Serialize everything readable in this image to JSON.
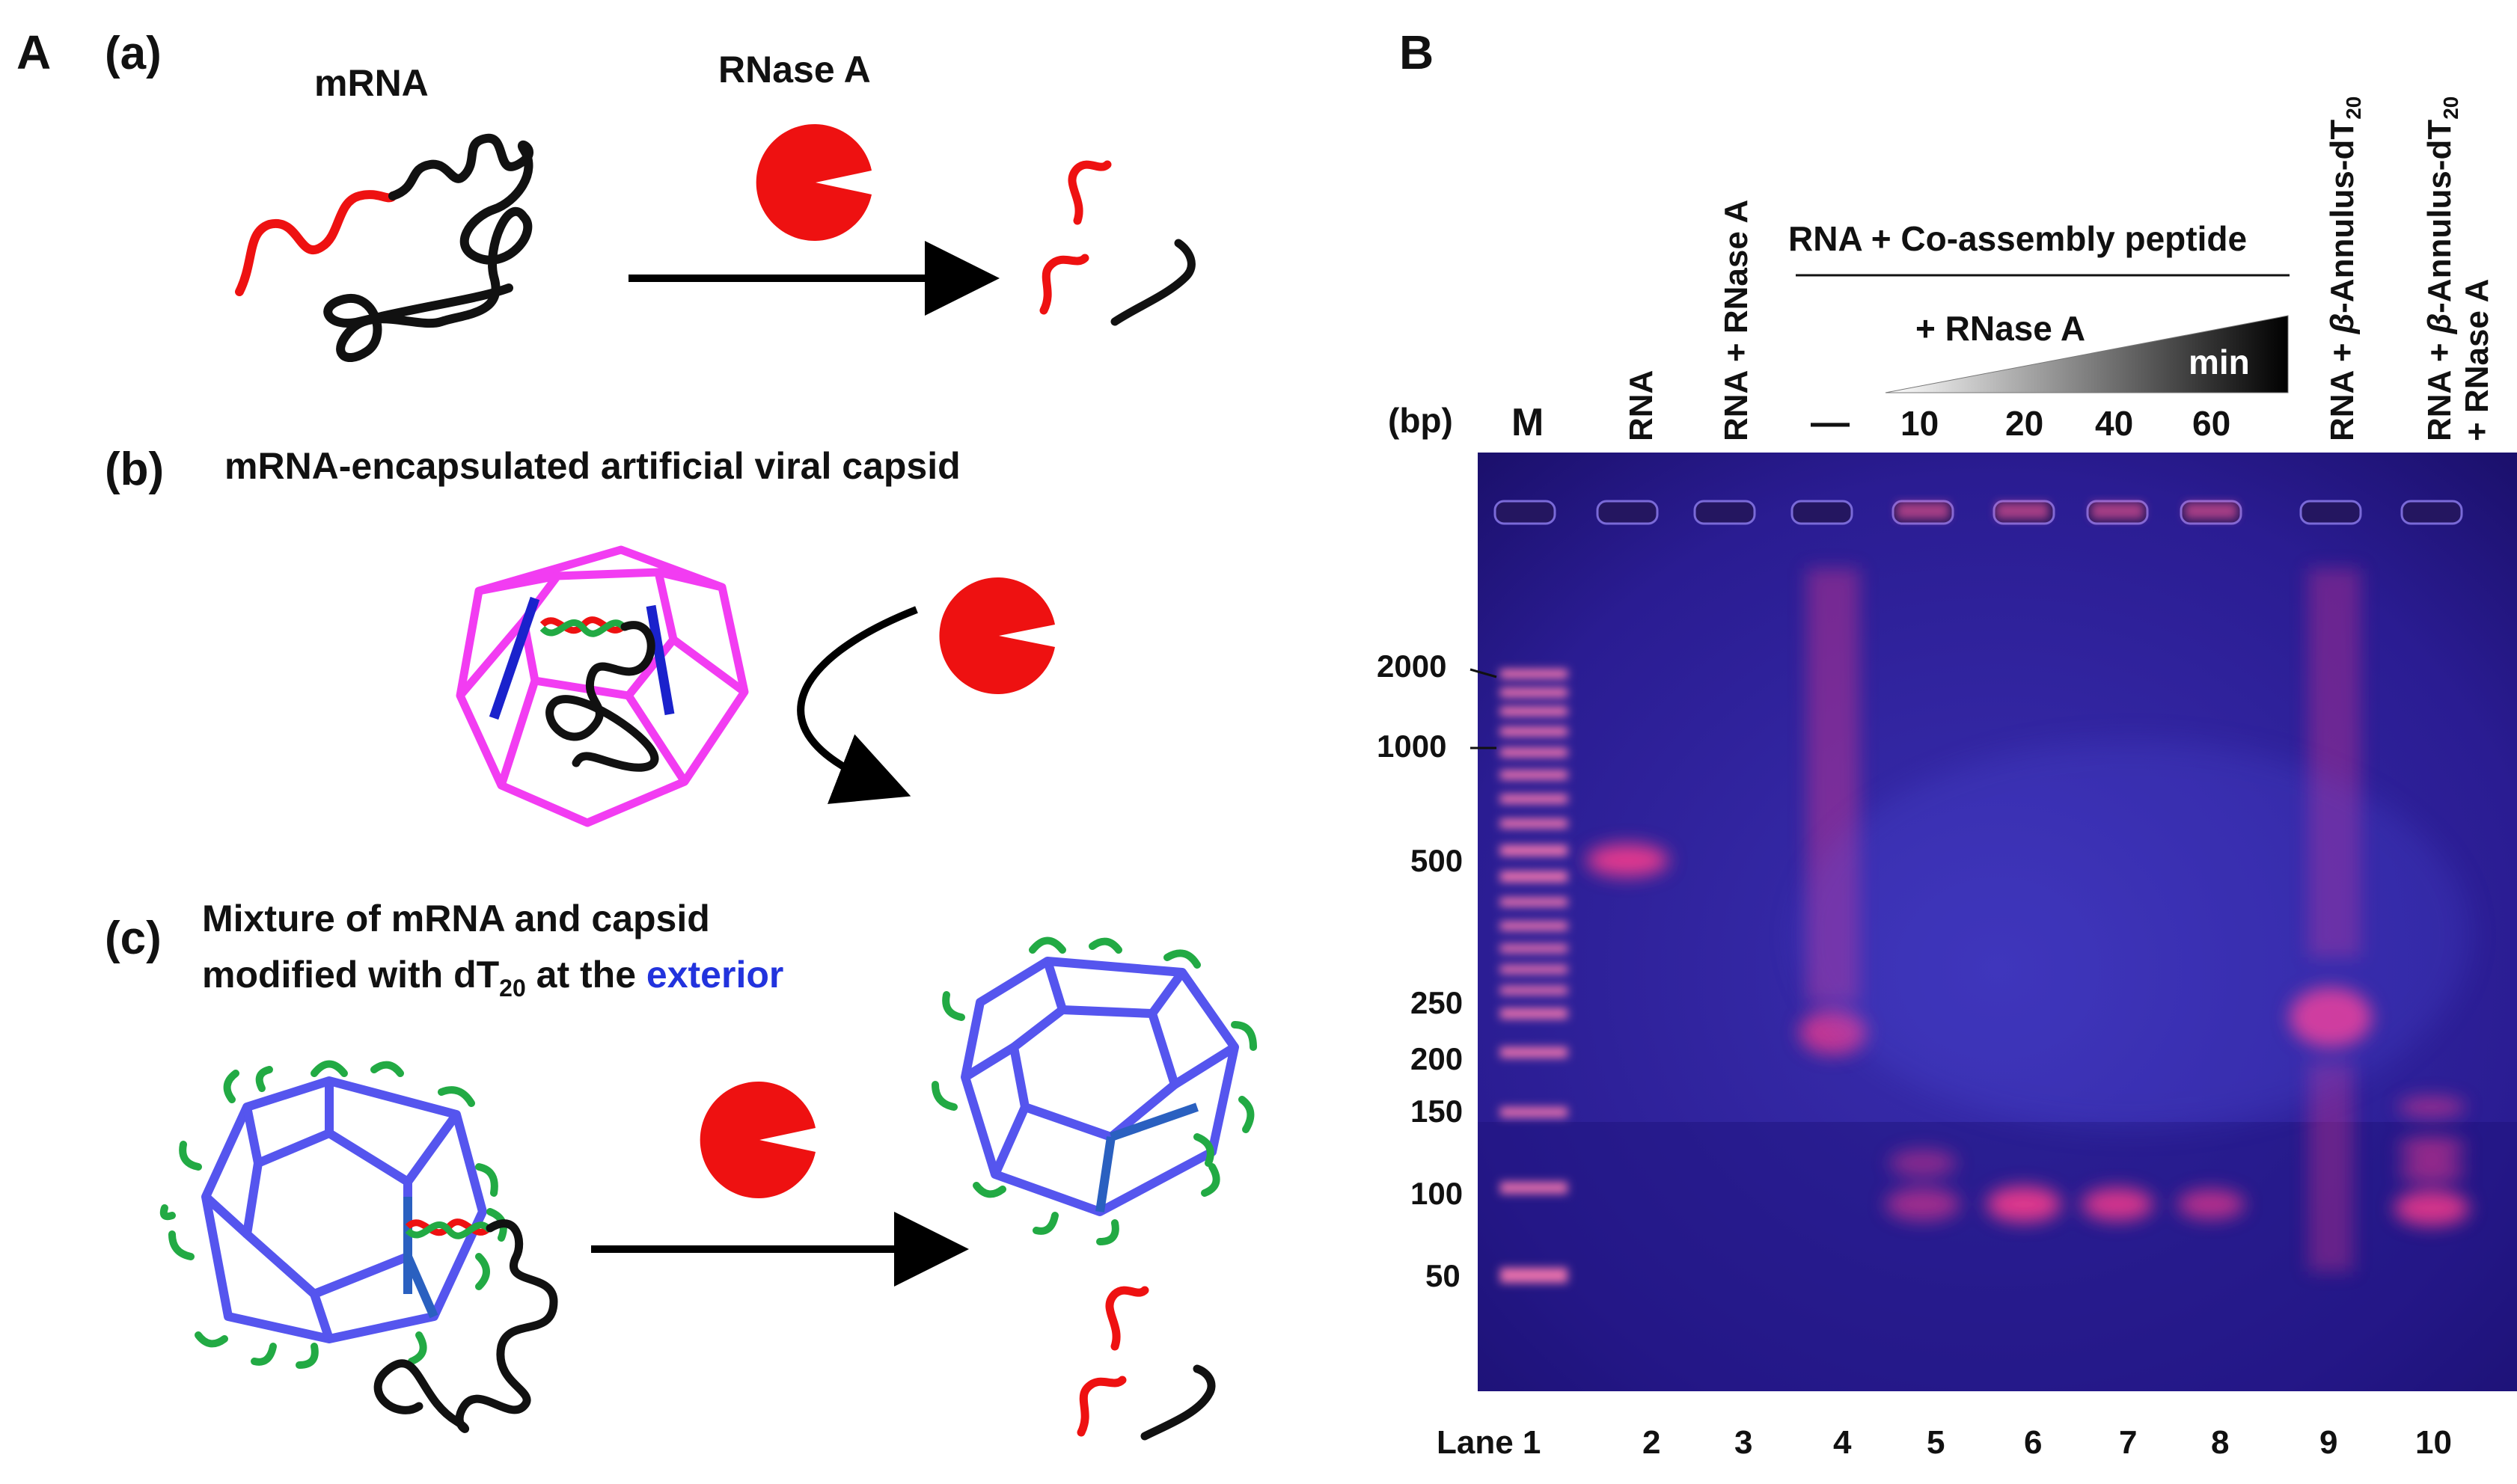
{
  "panelA": {
    "letter": "A",
    "a": {
      "tag": "(a)",
      "mrna_label": "mRNA",
      "enzyme_label": "RNase A"
    },
    "b": {
      "tag": "(b)",
      "title": "mRNA-encapsulated  artificial viral capsid"
    },
    "c": {
      "tag": "(c)",
      "line1": "Mixture of mRNA and capsid",
      "line2_pre": "modified with dT",
      "line2_sub": "20",
      "line2_mid": " at the ",
      "line2_highlight": "exterior"
    }
  },
  "panelB": {
    "letter": "B",
    "unit_label": "(bp)",
    "marker_lane_label": "M",
    "lane_titles": {
      "rna": "RNA",
      "rna_rnase": "RNA + RNase A",
      "group": "RNA + Co-assembly  peptide",
      "rnase": "+ RNase A",
      "min": "min",
      "annulus_1": "RNA + ",
      "annulus_beta": "β",
      "annulus_2": "-Annulus-dT",
      "annulus_sub": "20",
      "annulus_rnase_2": "+ RNase A"
    },
    "time_labels": [
      "—",
      "10",
      "20",
      "40",
      "60"
    ],
    "size_markers": [
      "2000",
      "1000",
      "500",
      "250",
      "200",
      "150",
      "100",
      "50"
    ],
    "lane_prefix": "Lane 1",
    "lane_numbers": [
      "2",
      "3",
      "4",
      "5",
      "6",
      "7",
      "8",
      "9",
      "10"
    ]
  },
  "colors": {
    "gel_bg": "#2c1a8c",
    "band": "#ff3c8c",
    "enzyme": "#ee1111",
    "capsid_b": "#f23cf2",
    "capsid_c": "#5555ee",
    "dT": "#22aa44",
    "highlight": "#2233dd"
  }
}
